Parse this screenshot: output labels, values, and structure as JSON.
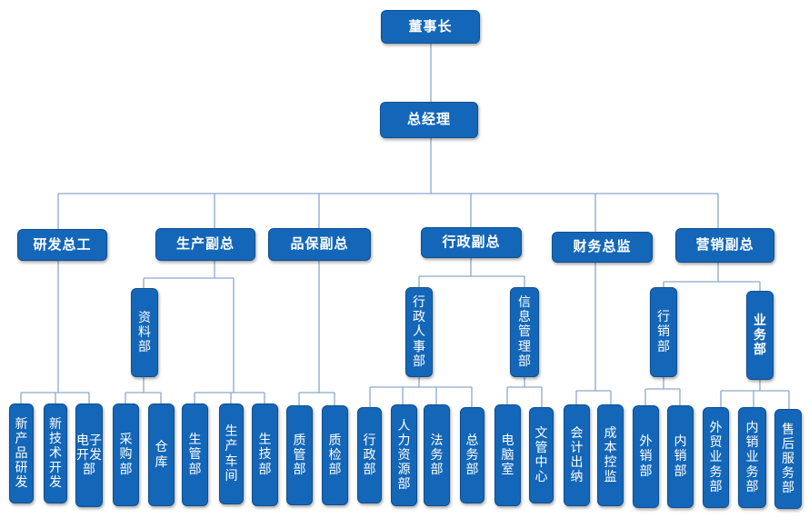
{
  "colors": {
    "box_fill": "#1467b8",
    "box_border": "#0f4f8e",
    "text": "#ffffff",
    "connector": "#8aa9cc"
  },
  "nodes": {
    "chairman": "董事长",
    "gm": "总经理",
    "rd_chief": "研发总工",
    "prod_vp": "生产副总",
    "qa_vp": "品保副总",
    "admin_vp": "行政副总",
    "cfo": "财务总监",
    "sales_vp": "营销副总",
    "data_dept": "资料部",
    "admin_hr": "行政人事部",
    "it_dept": "信息管理部",
    "sales_line": "行销部",
    "business_dept": "业务部",
    "new_product_rd": "新产品研发",
    "new_tech_dev": "新技术开发",
    "electronics_dev": "电子开发部",
    "purchasing": "采购部",
    "warehouse": "仓库",
    "production_mgmt": "生管部",
    "workshop": "生产车间",
    "tech_dept": "生技部",
    "quality_mgmt": "质管部",
    "quality_inspect": "质检部",
    "admin_dept": "行政部",
    "hr_dept": "人力资源部",
    "legal_dept": "法务部",
    "general_affairs": "总务部",
    "computer_room": "电脑室",
    "doc_center": "文管中心",
    "accounting": "会计出纳",
    "cost_control": "成本控监",
    "export_sales": "外销部",
    "domestic_sales": "内销部",
    "foreign_trade": "外贸业务部",
    "domestic_business": "内销业务部",
    "after_sales": "售后服务部"
  }
}
